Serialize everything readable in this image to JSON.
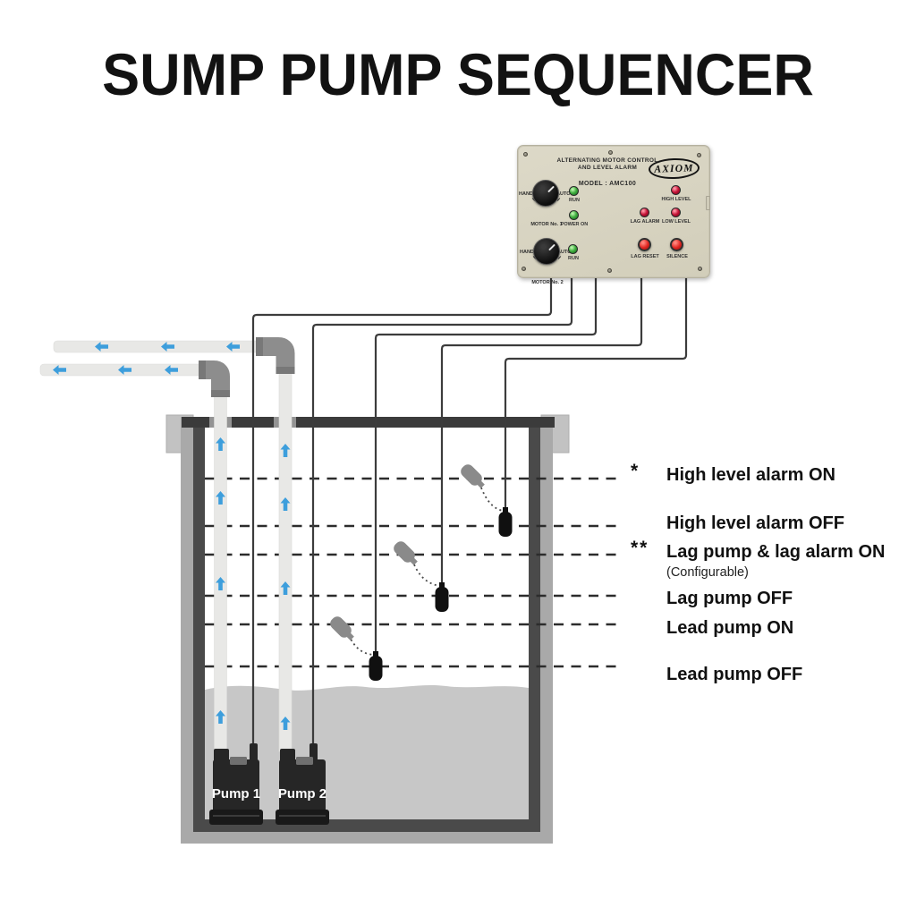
{
  "title": "SUMP PUMP SEQUENCER",
  "panel": {
    "heading_line1": "ALTERNATING MOTOR CONTROL",
    "heading_line2": "AND LEVEL ALARM",
    "model": "MODEL : AMC100",
    "brand": "AXIOM",
    "selector": {
      "hand": "HAND",
      "off": "OFF",
      "auto": "AUTO"
    },
    "motor1_label": "MOTOR No. 1",
    "motor2_label": "MOTOR No. 2",
    "leds": {
      "run": "RUN",
      "power_on": "POWER ON",
      "high_level": "HIGH LEVEL",
      "lag_alarm": "LAG ALARM",
      "low_level": "LOW LEVEL"
    },
    "buttons": {
      "lag_reset": "LAG RESET",
      "silence": "SILENCE"
    }
  },
  "pit": {
    "pump1_label": "Pump 1",
    "pump2_label": "Pump 2"
  },
  "levels": [
    {
      "marker": "*",
      "label": "High level alarm ON"
    },
    {
      "marker": "",
      "label": "High level alarm OFF"
    },
    {
      "marker": "**",
      "label": "Lag pump & lag alarm ON",
      "note": "(Configurable)"
    },
    {
      "marker": "",
      "label": "Lag pump OFF"
    },
    {
      "marker": "",
      "label": "Lead pump ON"
    },
    {
      "marker": "",
      "label": "Lead pump OFF"
    }
  ],
  "colors": {
    "accent_blue": "#3d9edc",
    "panel_beige": "#d8d4c2",
    "green_led": "#3fae3f",
    "red_led": "#c41236",
    "red_button": "#e02521",
    "water_gray": "#c7c7c7",
    "wall_gray": "#a9a9a9",
    "liner_gray": "#4a4a4a",
    "pipe_gray": "#e8e8e6",
    "elbow_gray": "#8d8d8d"
  }
}
